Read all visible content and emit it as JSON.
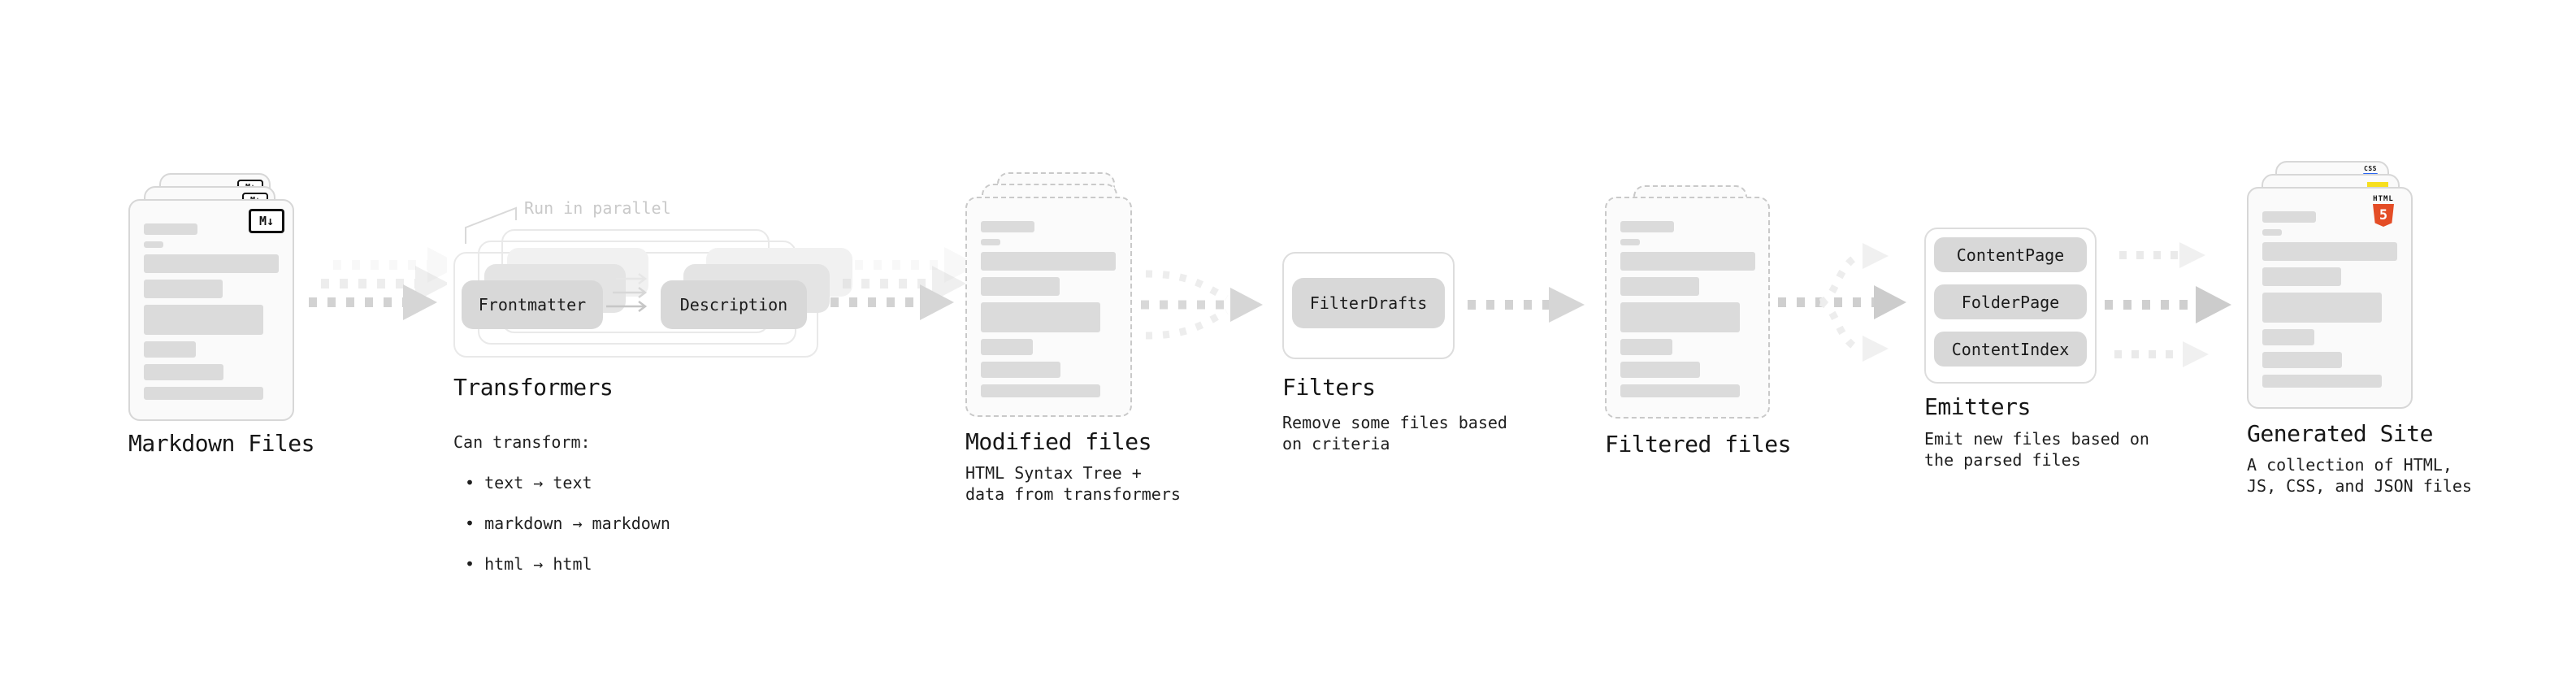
{
  "pipeline": {
    "markdown_files": {
      "label": "Markdown Files",
      "badge": "M↓",
      "icon": "markdown-icon"
    },
    "transformers": {
      "parallel_note": "Run in parallel",
      "chip_left": "Frontmatter",
      "chip_right": "Description",
      "label": "Transformers",
      "caption_heading": "Can transform:",
      "bullets": [
        "• text → text",
        "• markdown → markdown",
        "• html → html"
      ]
    },
    "modified_files": {
      "label": "Modified files",
      "caption": "HTML Syntax Tree +\ndata from transformers"
    },
    "filters": {
      "chip": "FilterDrafts",
      "label": "Filters",
      "caption": "Remove some files based\non criteria"
    },
    "filtered_files": {
      "label": "Filtered files"
    },
    "emitters": {
      "chips": [
        "ContentPage",
        "FolderPage",
        "ContentIndex"
      ],
      "label": "Emitters",
      "caption": "Emit new files based on\nthe parsed files"
    },
    "generated_site": {
      "label": "Generated Site",
      "caption": "A collection of HTML,\nJS, CSS, and JSON files",
      "html5_word": "HTML",
      "html5_number": "5",
      "css_badge": "CSS",
      "icons": [
        "css-icon",
        "js-icon",
        "html5-icon"
      ]
    },
    "colors": {
      "html5_orange": "#e44d26",
      "js_yellow": "#f7df1e",
      "css_blue": "#2965f1",
      "chip_gray": "#d8d8d8",
      "card_fill": "#fafafa",
      "card_border": "#d7d7d7",
      "arrow_gray": "#d2d2d2",
      "text": "#1a1a1a",
      "muted_note": "#c9c9c9"
    }
  }
}
